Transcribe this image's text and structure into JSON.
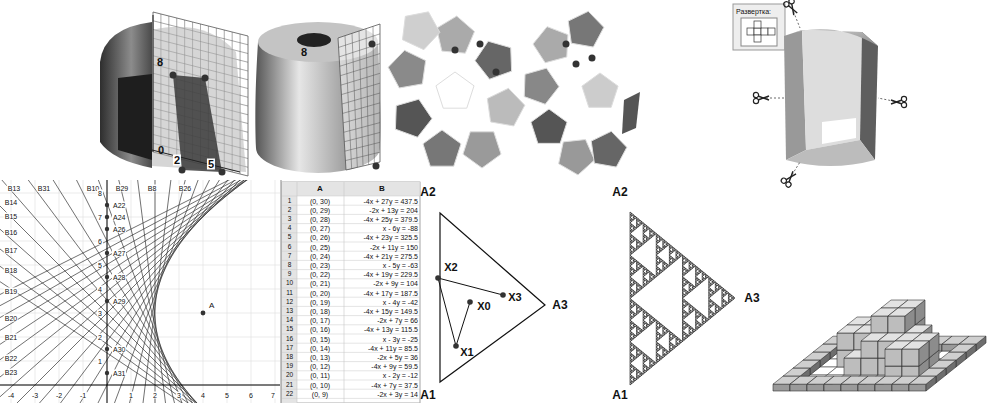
{
  "diagram": {
    "labels": [
      "8",
      "0",
      "2",
      "5",
      "8",
      "Развертка:",
      "B13",
      "B31",
      "B10",
      "B29",
      "B8",
      "B26",
      "B14",
      "B15",
      "B16",
      "B17",
      "B18",
      "B19",
      "B20",
      "B21",
      "B22",
      "B23",
      "-4",
      "-3",
      "-2",
      "-1",
      "1",
      "2",
      "3",
      "4",
      "5",
      "6",
      "7",
      "1",
      "2",
      "3",
      "4",
      "5",
      "6",
      "7",
      "8",
      "A22",
      "A24",
      "A26",
      "A27",
      "A28",
      "A29",
      "A30",
      "A31",
      "A",
      "A",
      "B",
      "1",
      "(0, 30)",
      "-4x + 27y = 437.5",
      "2",
      "(0, 29)",
      "-2x + 13y = 204",
      "3",
      "(0, 28)",
      "-4x + 25y = 379.5",
      "4",
      "(0, 27)",
      "x - 6y = -88",
      "5",
      "(0, 26)",
      "-4x + 23y = 325.5",
      "6",
      "(0, 25)",
      "-2x + 11y = 150",
      "7",
      "(0, 24)",
      "-4x + 21y = 275.5",
      "8",
      "(0, 23)",
      "x - 5y = -63",
      "9",
      "(0, 22)",
      "-4x + 19y = 229.5",
      "10",
      "(0, 21)",
      "-2x + 9y = 104",
      "11",
      "(0, 20)",
      "-4x + 17y = 187.5",
      "12",
      "(0, 19)",
      "x - 4y = -42",
      "13",
      "(0, 18)",
      "-4x + 15y = 149.5",
      "14",
      "(0, 17)",
      "-2x + 7y = 66",
      "15",
      "(0, 16)",
      "-4x + 13y = 115.5",
      "16",
      "(0, 15)",
      "x - 3y = -25",
      "17",
      "(0, 14)",
      "-4x + 11y = 85.5",
      "18",
      "(0, 13)",
      "-2x + 5y = 36",
      "19",
      "(0, 12)",
      "-4x + 9y = 59.5",
      "20",
      "(0, 11)",
      "x - 2y = -12",
      "21",
      "(0, 10)",
      "-4x + 7y = 37.5",
      "22",
      "(0, 9)",
      "-2x + 3y = 14",
      "A2",
      "A3",
      "A1",
      "X2",
      "X0",
      "X3",
      "X1",
      "A2",
      "A3",
      "A1"
    ]
  }
}
